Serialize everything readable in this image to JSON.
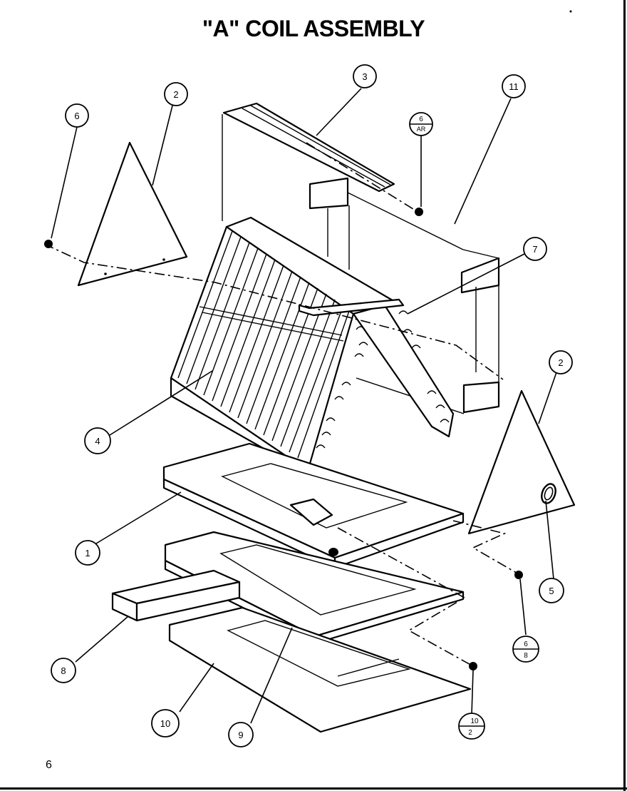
{
  "title": "\"A\" COIL ASSEMBLY",
  "page_number": "6",
  "callouts": [
    {
      "id": "c1",
      "label": "1"
    },
    {
      "id": "c2a",
      "label": "2"
    },
    {
      "id": "c2b",
      "label": "2"
    },
    {
      "id": "c3",
      "label": "3"
    },
    {
      "id": "c4",
      "label": "4"
    },
    {
      "id": "c5",
      "label": "5"
    },
    {
      "id": "c6",
      "label": "6"
    },
    {
      "id": "c7",
      "label": "7"
    },
    {
      "id": "c8",
      "label": "8"
    },
    {
      "id": "c9",
      "label": "9"
    },
    {
      "id": "c10",
      "label": "10"
    },
    {
      "id": "c11",
      "label": "11"
    }
  ],
  "fraction_callouts": [
    {
      "id": "f6ar",
      "top": "6",
      "bottom": "AR"
    },
    {
      "id": "f68",
      "top": "6",
      "bottom": "8"
    },
    {
      "id": "f102",
      "top": "10",
      "bottom": "2"
    }
  ]
}
